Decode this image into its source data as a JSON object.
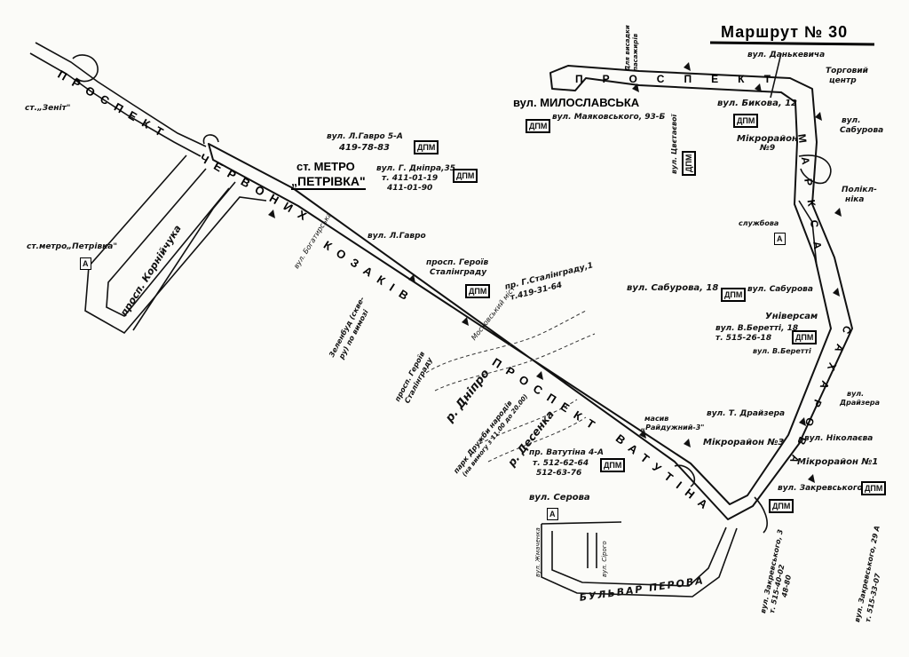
{
  "title": "Маршрут № 30",
  "streets": {
    "prospekt_chervonykh_kozakiv_part1": "ПРОСПЕКТ",
    "prospekt_chervonykh_kozakiv_part2": "ЧЕРВОНИХ",
    "prospekt_chervonykh_kozakiv_part3": "КОЗАКІВ",
    "prospekt_vatutina_part1": "ПРОСПЕКТ",
    "prospekt_vatutina_part2": "ВАТУТІНА",
    "prospekt_marksa_top": "ПРОСПЕКТ",
    "prospekt_marksa_side": "МАРКСА",
    "vul_sakharova": "САХАРОВА",
    "prosp_korniychuka": "просп. Корнійчука",
    "bulvar_perova": "БУЛЬВАР ПЕРОВА",
    "vul_bohatyrska": "вул. Богатирська",
    "vul_zhmachenka": "вул. Жмаченка",
    "vul_seroho": "вул. Сірого"
  },
  "places": {
    "st_zenit": "ст.„Зеніт\"",
    "metro_petrivka_left": "ст.метро„Петрівка\"",
    "metro_petrivka_main1": "ст. МЕТРО",
    "metro_petrivka_main2": "„ПЕТРІВКА\"",
    "vul_milos": "вул. МИЛОСЛАВСЬКА",
    "river1": "р. Дніпро",
    "river2": "р. Десенка",
    "moscow_bridge": "Московський міст",
    "torh_tsentr1": "Торговий",
    "torh_tsentr2": "центр",
    "poliklinika1": "Полікл-",
    "poliklinika2": "ніка",
    "sluzhbova": "службова",
    "universam": "Універсам"
  },
  "stops": {
    "hayvro5a": "вул. Л.Гавро 5-А",
    "hayvro5a_tel": "419-78-83",
    "dnipra35": "вул. Г. Дніпра,35",
    "dnipra35_tel1": "т. 411-01-19",
    "dnipra35_tel2": "411-01-90",
    "vul_l_havro": "вул. Л.Гавро",
    "heroiv_st1": "просп. Героїв",
    "heroiv_st2": "Сталінграду",
    "pr_st4_1": "пр. Г.Сталінграду,1",
    "pr_st4_tel": "т.419-31-64",
    "zelenbud1": "Зеленбуд (скве-",
    "zelenbud2": "ру) по вимозі",
    "heroiv_st3": "просп. Героїв",
    "heroiv_st4": "Сталінграду",
    "park_druzhby1": "парк Дружби народів",
    "park_druzhby2": "(на вимогу з 11.00 до 20.00)",
    "vatutina4a": "пр. Ватутіна 4-А",
    "vatutina4a_tel1": "т. 512-62-64",
    "vatutina4a_tel2": "512-63-76",
    "vul_serova": "вул. Серова",
    "dliavysadky1": "Для висадки",
    "dliavysadky2": "пасажирів",
    "danky": "вул. Данькевича",
    "bykova": "вул. Бикова, 12",
    "mazk": "вул. Маяковського, 93-Б",
    "tsvetaevoi": "вул. Цвєтаєвої",
    "mikro9_1": "Мікрорайон",
    "mikro9_2": "№9",
    "saburova_right1": "вул.",
    "saburova_right2": "Сабурова",
    "saburova18": "вул. Сабурова, 18",
    "vul_saburova_mid": "вул. Сабурова",
    "beretti18": "вул. В.Беретті, 18",
    "beretti18_tel": "т. 515-26-18",
    "beretti": "вул. В.Беретті",
    "raiduzhnyi1": "масив",
    "raiduzhnyi2": "„Райдужний-3\"",
    "draizera_mid": "вул. Т. Драйзера",
    "draizera_right1": "вул.",
    "draizera_right2": "Драйзера",
    "mikro3": "Мікрорайон №3",
    "mykolaieva": "вул. Ніколаєва",
    "mikro1": "Мікрорайон №1",
    "zakrevskoho": "вул. Закревського",
    "zakr3_1": "вул. Закревського, 3",
    "zakr3_2": "т. 515-40-02",
    "zakr3_3": "48-80",
    "zakr29_1": "вул. Закревського, 29 А",
    "zakr29_2": "т. 515-33-07"
  },
  "boxes": {
    "dpm": "ДПМ",
    "a": "А"
  },
  "colors": {
    "ink": "#111111",
    "paper": "#fbfbf8"
  }
}
